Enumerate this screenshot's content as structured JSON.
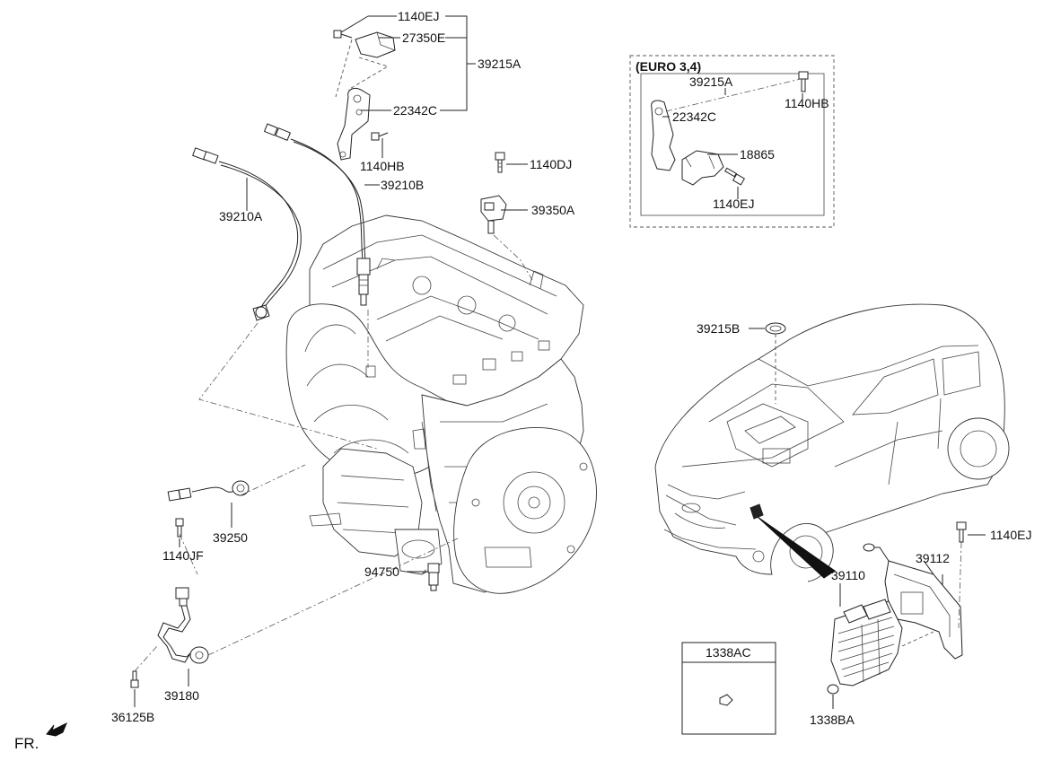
{
  "labels": {
    "p1140EJ_top": "1140EJ",
    "p27350E": "27350E",
    "p39215A": "39215A",
    "p22342C": "22342C",
    "p1140HB": "1140HB",
    "p39210B": "39210B",
    "p39210A": "39210A",
    "p1140DJ": "1140DJ",
    "p39350A": "39350A",
    "p39250": "39250",
    "p1140JF": "1140JF",
    "p94750": "94750",
    "p39180": "39180",
    "p36125B": "36125B",
    "p39215B": "39215B",
    "p1140EJ_right": "1140EJ",
    "p39112": "39112",
    "p39110": "39110",
    "p1338AC": "1338AC",
    "p1338BA": "1338BA"
  },
  "euro_box": {
    "title": "(EURO 3,4)",
    "p39215A": "39215A",
    "p1140HB": "1140HB",
    "p22342C": "22342C",
    "p18865": "18865",
    "p1140EJ": "1140EJ"
  },
  "direction_label": "FR."
}
